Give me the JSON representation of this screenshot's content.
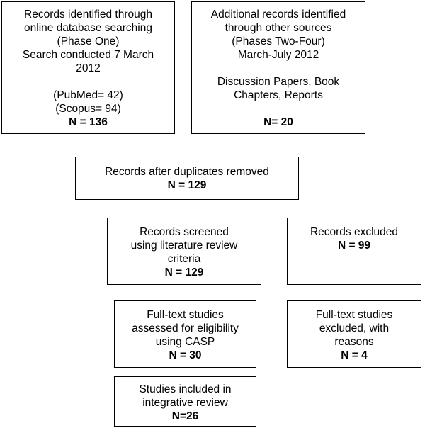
{
  "boxes": {
    "phase_one": {
      "lines": [
        "Records identified through",
        "online database searching",
        "(Phase One)",
        "Search conducted 7 March",
        "2012"
      ],
      "pubmed": "(PubMed= 42)",
      "scopus": "(Scopus= 94)",
      "total": "N = 136"
    },
    "other_sources": {
      "lines": [
        "Additional records identified",
        "through other sources",
        "(Phases Two-Four)",
        "March-July 2012"
      ],
      "types": [
        "Discussion Papers, Book",
        "Chapters, Reports"
      ],
      "total": "N= 20"
    },
    "duplicates_removed": {
      "label": "Records after duplicates removed",
      "total": "N = 129"
    },
    "screened": {
      "lines": [
        "Records screened",
        "using literature review",
        "criteria"
      ],
      "total": "N = 129"
    },
    "excluded": {
      "label": "Records excluded",
      "total": "N = 99"
    },
    "full_text_assessed": {
      "lines": [
        "Full-text studies",
        "assessed for eligibility",
        "using CASP"
      ],
      "total": "N = 30"
    },
    "full_text_excluded": {
      "lines": [
        "Full-text studies",
        "excluded, with",
        "reasons"
      ],
      "total": "N = 4"
    },
    "included": {
      "lines": [
        "Studies included in",
        "integrative review"
      ],
      "total": "N=26"
    }
  }
}
